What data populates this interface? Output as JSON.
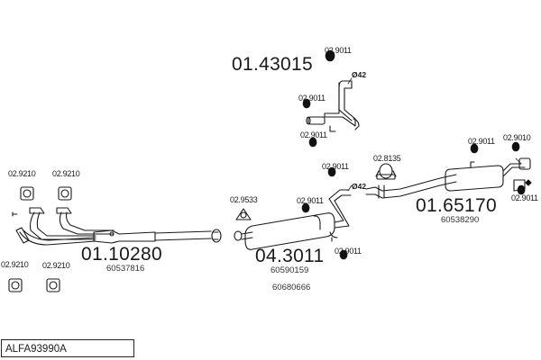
{
  "diagram_code": "ALFA93990A",
  "components": {
    "rear_tail_pipe": {
      "part_no": "01.43015",
      "diameter": "Ø42"
    },
    "front_pipe": {
      "part_no": "01.10280",
      "ref": "60537816"
    },
    "middle_silencer": {
      "part_no": "04.3011",
      "refs": [
        "60590159",
        "60680666"
      ]
    },
    "rear_silencer": {
      "part_no": "01.65170",
      "ref": "60538290",
      "diameter": "Ø42"
    }
  },
  "hardware_labels": [
    "02.9011",
    "02.9011",
    "02.9011",
    "02.9210",
    "02.9210",
    "02.9210",
    "02.9210",
    "02.9533",
    "02.9011",
    "02.9011",
    "02.9011",
    "02.8135",
    "02.9011",
    "02.9010",
    "02.9011"
  ],
  "colors": {
    "line": "#1a1a1a",
    "fill": "#ffffff",
    "hardware": "#111111"
  }
}
